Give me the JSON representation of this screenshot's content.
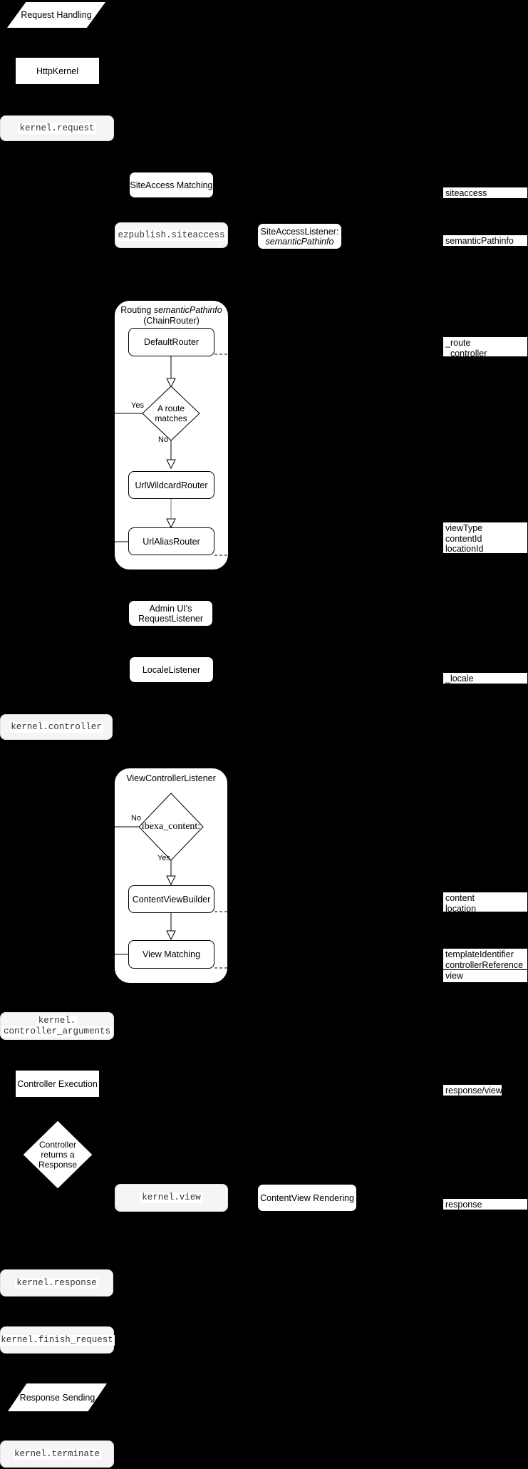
{
  "flow": {
    "request_handling": "Request Handling",
    "http_kernel": "HttpKernel",
    "kernel_request": "kernel.request",
    "siteaccess_matching": "SiteAccess Matching",
    "ezpublish_siteaccess": "ezpublish.siteaccess",
    "siteaccess_listener": {
      "line1": "SiteAccessListener:",
      "line2": "semanticPathinfo"
    },
    "routing": {
      "title_prefix": "Routing",
      "title_italic": "semanticPathinfo",
      "title_line2": "(ChainRouter)",
      "default_router": "DefaultRouter",
      "decision_line1": "A route",
      "decision_line2": "matches",
      "yes": "Yes",
      "no": "No",
      "url_wildcard_router": "UrlWildcardRouter",
      "url_alias_router": "UrlAliasRouter"
    },
    "admin_request_listener": {
      "line1": "Admin UI's",
      "line2": "RequestListener"
    },
    "locale_listener": "LocaleListener",
    "kernel_controller": "kernel.controller",
    "view_controller": {
      "title": "ViewControllerListener",
      "decision": "ibexa_content:",
      "no": "No",
      "yes": "Yes",
      "content_view_builder": "ContentViewBuilder",
      "view_matching": "View Matching"
    },
    "kernel_controller_arguments": {
      "line1": "kernel.",
      "line2": "controller_arguments"
    },
    "controller_execution": "Controller Execution",
    "controller_returns": {
      "line1": "Controller",
      "line2": "returns a",
      "line3": "Response"
    },
    "kernel_view": "kernel.view",
    "contentview_rendering": "ContentView Rendering",
    "kernel_response": "kernel.response",
    "kernel_finish_request": "kernel.finish_request",
    "response_sending": "Response Sending",
    "kernel_terminate": "kernel.terminate"
  },
  "right_labels": {
    "siteaccess": "siteaccess",
    "semantic_pathinfo": "semanticPathinfo",
    "route": "_route",
    "controller": "_controller",
    "view_type": "viewType",
    "content_id": "contentId",
    "location_id": "locationId",
    "locale": "_locale",
    "content": "content",
    "location": "location",
    "template_identifier": "templateIdentifier",
    "controller_reference": "controllerReference",
    "view": "view",
    "response_view": "response/view",
    "response": "response"
  },
  "colors": {
    "background": "#000000",
    "shape_fill": "#ffffff",
    "shape_border": "#000000",
    "event_fill": "#f5f5f5",
    "event_text": "#333333"
  }
}
